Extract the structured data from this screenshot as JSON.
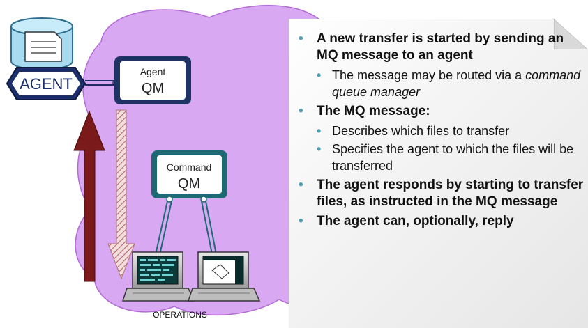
{
  "diagram": {
    "agent_label": "AGENT",
    "agent_qm": {
      "title": "Agent",
      "subtitle": "QM"
    },
    "command_qm": {
      "title": "Command",
      "subtitle": "QM"
    },
    "operations_label": "OPERATIONS"
  },
  "colors": {
    "cloud": "#d8a9f2",
    "cloud_outline": "#b36ad6",
    "box_border": "#175f6c",
    "agent_box_border": "#1a2f63",
    "arrow_dark": "#7a1a1a",
    "arrow_hatched": "#c08080",
    "bullet": "#4a9fb6"
  },
  "bullets": [
    {
      "text": "A new transfer is started by sending an\nMQ message to an agent",
      "sub": [
        {
          "parts": [
            {
              "text": "The message may be routed via a "
            },
            {
              "text": "command queue manager",
              "italic": true
            }
          ]
        }
      ]
    },
    {
      "text": "The MQ message:",
      "sub": [
        {
          "parts": [
            {
              "text": "Describes which files to transfer"
            }
          ]
        },
        {
          "parts": [
            {
              "text": "Specifies the agent to which the files will be transferred"
            }
          ]
        }
      ]
    },
    {
      "text": "The agent responds by starting to transfer files, as instructed in the MQ message",
      "sub": []
    },
    {
      "text": "The agent can, optionally, reply",
      "sub": []
    }
  ]
}
